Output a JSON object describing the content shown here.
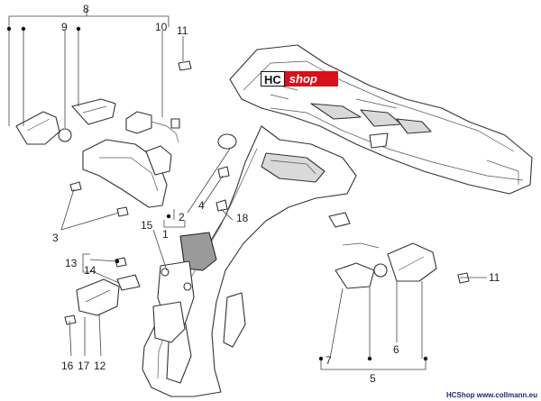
{
  "watermark": {
    "hc": "HC",
    "shop": "shop",
    "color": "#d8101a"
  },
  "footer": {
    "text": "HCShop www.collmann.eu"
  },
  "callouts": {
    "c1": "1",
    "c2": "2",
    "c3": "3",
    "c4": "4",
    "c5": "5",
    "c6": "6",
    "c7": "7",
    "c8": "8",
    "c9": "9",
    "c10": "10",
    "c11a": "11",
    "c11b": "11",
    "c12": "12",
    "c13": "13",
    "c14": "14",
    "c15": "15",
    "c16": "16",
    "c17": "17",
    "c18": "18"
  }
}
